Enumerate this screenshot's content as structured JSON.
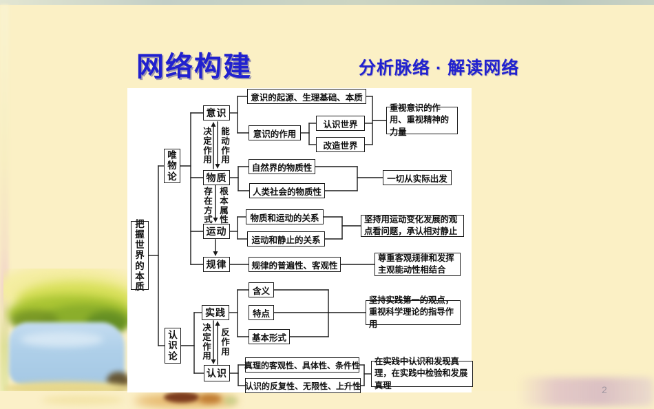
{
  "page": {
    "title": "网络构建",
    "subtitle": "分析脉络 · 解读网络",
    "page_number": "2"
  },
  "colors": {
    "background": "#FBF0C5",
    "title_blue": "#2121CF",
    "panel": "#FFFFFF",
    "line": "#1A1A1A"
  },
  "diagram": {
    "root": {
      "label": "把握世界的本质"
    },
    "materialism": {
      "label": "唯物论",
      "edges": {
        "determine": "决定作用",
        "dynamic": "能动作用",
        "existence_mode": "存在方式",
        "fundamental_attr": "根本属性"
      },
      "consciousness": {
        "label": "意识",
        "origin": "意识的起源、生理基础、本质",
        "function": "意识的作用",
        "know_world": "认识世界",
        "transform_world": "改造世界",
        "takeaway": "重视意识的作用、重视精神的力量"
      },
      "matter": {
        "label": "物质",
        "natural": "自然界的物质性",
        "social": "人类社会的物质性",
        "takeaway": "一切从实际出发"
      },
      "motion": {
        "label": "运动",
        "matter_motion": "物质和运动的关系",
        "motion_rest": "运动和静止的关系",
        "takeaway": "坚持用运动变化发展的观点看问题，承认相对静止"
      },
      "law": {
        "label": "规律",
        "property": "规律的普遍性、客观性",
        "takeaway": "尊重客观规律和发挥主观能动性相结合"
      }
    },
    "epistemology": {
      "label": "认识论",
      "edges": {
        "determine": "决定作用",
        "counteract": "反作用"
      },
      "practice": {
        "label": "实践",
        "meaning": "含义",
        "features": "特点",
        "basic_forms": "基本形式",
        "takeaway": "坚持实践第一的观点，重视科学理论的指导作用"
      },
      "cognition": {
        "label": "认识",
        "truth": "真理的客观性、具体性、条件性",
        "process": "认识的反复性、无限性、上升性",
        "takeaway": "在实践中认识和发现真理，在实践中检验和发展真理"
      }
    }
  }
}
